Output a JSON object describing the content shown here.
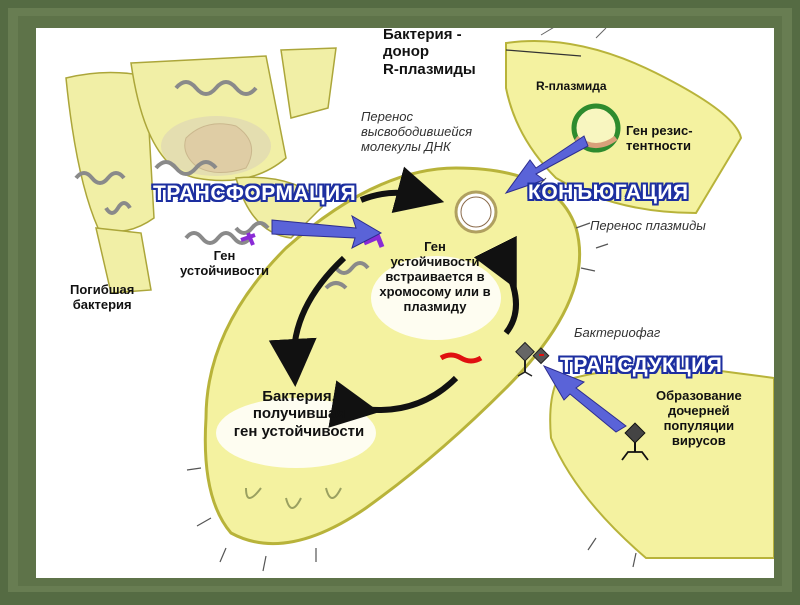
{
  "labels": {
    "donor": "Бактерия -\nдонор\nR-плазмиды",
    "r_plasmid": "R-плазмида",
    "resistance_gene": "Ген резис-\nтентности",
    "dna_transfer": "Перенос\nвысвободившейся\nмолекулы ДНК",
    "transformation": "ТРАНСФОРМАЦИЯ",
    "conjugation": "КОНЪЮГАЦИЯ",
    "plasmid_transfer": "Перенос плазмиды",
    "stability_gene": "Ген\nустойчивости",
    "gene_insert": "Ген\nустойчивости\nвстраивается в\nхромосому или в\nплазмиду",
    "dead_bacterium": "Погибшая\nбактерия",
    "bacteriophage": "Бактериофаг",
    "transduction": "ТРАНСДУКЦИЯ",
    "virus_population": "Образование\nдочерней\nпопуляции\nвирусов",
    "recipient": "Бактерия,\nполучившая\nген устойчивости"
  },
  "colors": {
    "frame": "#556b43",
    "cell_fill": "#f4f2a0",
    "cell_stroke": "#b8b33a",
    "arrow_blue": "#5a63d8",
    "title_stroke": "#1d2fa0",
    "gene_purple": "#8a2bd6",
    "gene_red": "#e01010",
    "plasmid_green": "#2e8b2e"
  }
}
